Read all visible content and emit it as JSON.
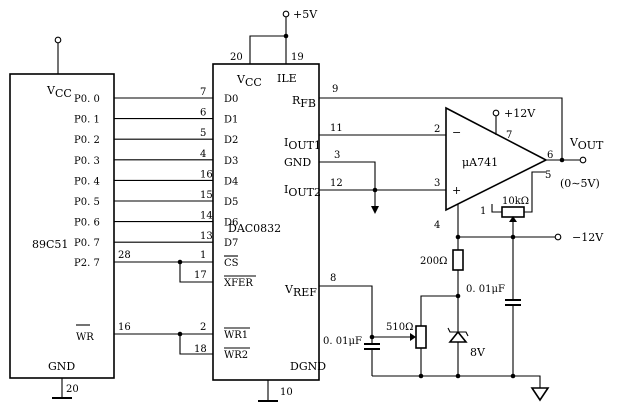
{
  "mcu": {
    "name": "89C51",
    "vcc": "V",
    "vcc_sub": "CC",
    "gnd": "GND",
    "gnd_pin": "20",
    "ports": [
      "P0. 0",
      "P0. 1",
      "P0. 2",
      "P0. 3",
      "P0. 4",
      "P0. 5",
      "P0. 6",
      "P0. 7",
      "P2. 7"
    ],
    "p27_pin": "28",
    "wr": "WR",
    "wr_pin": "16"
  },
  "dac": {
    "name": "DAC0832",
    "vcc": "V",
    "vcc_sub": "CC",
    "ile": "ILE",
    "vcc_pin": "20",
    "ile_pin": "19",
    "data_labels": [
      "D0",
      "D1",
      "D2",
      "D3",
      "D4",
      "D5",
      "D6",
      "D7"
    ],
    "data_pins": [
      "7",
      "6",
      "5",
      "4",
      "16",
      "15",
      "14",
      "13"
    ],
    "cs": "CS",
    "cs_pin": "1",
    "xfer": "XFER",
    "xfer_pin": "17",
    "wr1": "WR1",
    "wr1_pin": "2",
    "wr2": "WR2",
    "wr2_pin": "18",
    "rfb": "R",
    "rfb_sub": "FB",
    "rfb_pin": "9",
    "iout1": "I",
    "iout1_sub": "OUT1",
    "iout1_pin": "11",
    "gnd": "GND",
    "gnd_pin": "3",
    "iout2": "I",
    "iout2_sub": "OUT2",
    "iout2_pin": "12",
    "vref": "V",
    "vref_sub": "REF",
    "vref_pin": "8",
    "dgnd": "DGND",
    "dgnd_pin": "10"
  },
  "opamp": {
    "name": "μA741",
    "minus": "−",
    "plus": "+",
    "pin_minus": "2",
    "pin_plus": "3",
    "pin_v_plus": "7",
    "pin_v_minus": "4",
    "pin_out": "6",
    "pin_null_a": "1",
    "pin_null_b": "5"
  },
  "supplies": {
    "plus5": "+5V",
    "plus12": "+12V",
    "minus12": "−12V"
  },
  "output": {
    "label": "V",
    "label_sub": "OUT",
    "range": "(0∼5V)"
  },
  "components": {
    "trim_pot": "10kΩ",
    "r200": "200Ω",
    "cap_right": "0. 01μF",
    "pot510": "510Ω",
    "cap_left": "0. 01μF",
    "zener": "8V"
  }
}
